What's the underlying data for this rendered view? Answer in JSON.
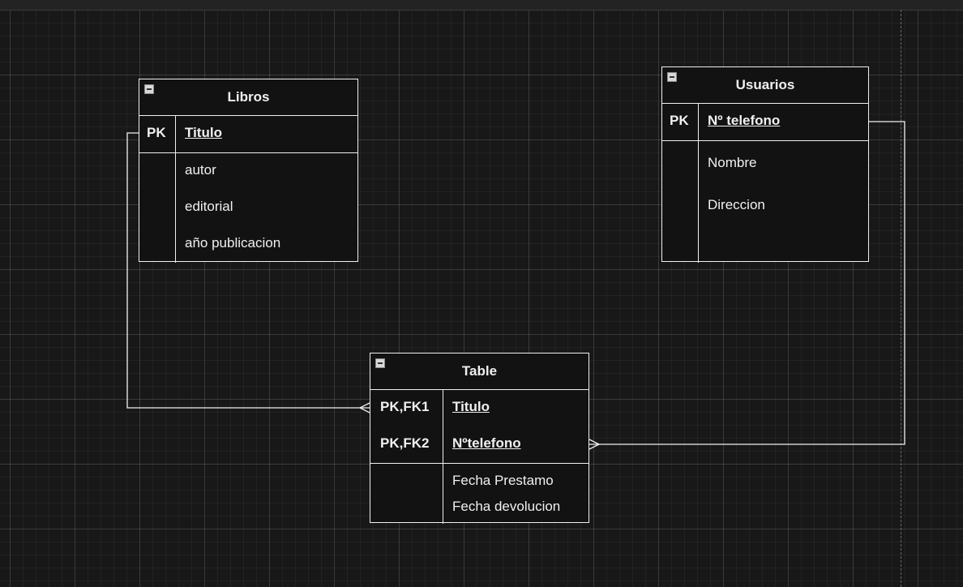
{
  "entities": {
    "libros": {
      "title": "Libros",
      "keys": [
        {
          "key": "PK",
          "field": "Titulo"
        }
      ],
      "attributes": [
        "autor",
        "editorial",
        "año publicacion"
      ]
    },
    "usuarios": {
      "title": "Usuarios",
      "keys": [
        {
          "key": "PK",
          "field": "Nº telefono"
        }
      ],
      "attributes": [
        "Nombre",
        "Direccion",
        ""
      ]
    },
    "table": {
      "title": "Table",
      "keys": [
        {
          "key": "PK,FK1",
          "field": "Titulo"
        },
        {
          "key": "PK,FK2",
          "field": "Nºtelefono"
        }
      ],
      "attributes": [
        "Fecha Prestamo",
        "Fecha devolucion"
      ]
    }
  },
  "relationships": [
    {
      "from": "libros.Titulo",
      "to": "table.Titulo",
      "cardinality": "one-to-many"
    },
    {
      "from": "usuarios.Nº telefono",
      "to": "table.Nºtelefono",
      "cardinality": "one-to-many"
    }
  ],
  "colors": {
    "background": "#181818",
    "stroke": "#f0f0f0",
    "text": "#f0f0f0"
  }
}
